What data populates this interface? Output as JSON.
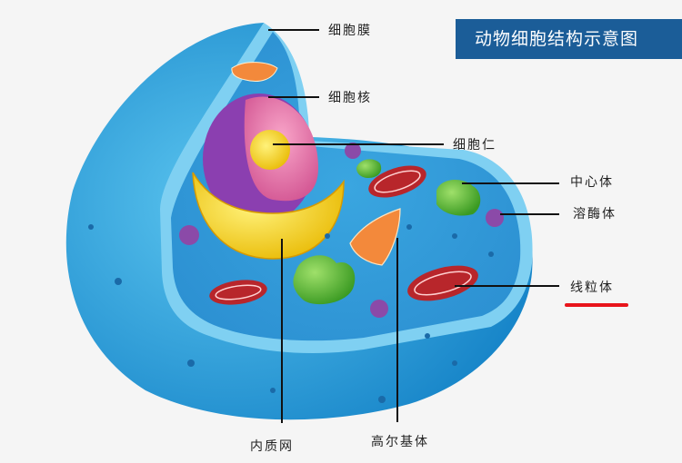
{
  "title": "动物细胞结构示意图",
  "colors": {
    "title_bg": "#1b5d98",
    "title_text": "#ffffff",
    "cell_blue": "#2aa5e0",
    "cytoplasm": "#3a9ed8",
    "highlight_underline": "#e8141b",
    "background": "#f5f5f5"
  },
  "labels": {
    "cell_membrane": "细胞膜",
    "nucleus": "细胞核",
    "nucleolus": "细胞仁",
    "centrosome": "中心体",
    "lysosome": "溶酶体",
    "mitochondria": "线粒体",
    "endoplasmic_reticulum": "内质网",
    "golgi_apparatus": "高尔基体"
  },
  "highlighted_label": "mitochondria"
}
